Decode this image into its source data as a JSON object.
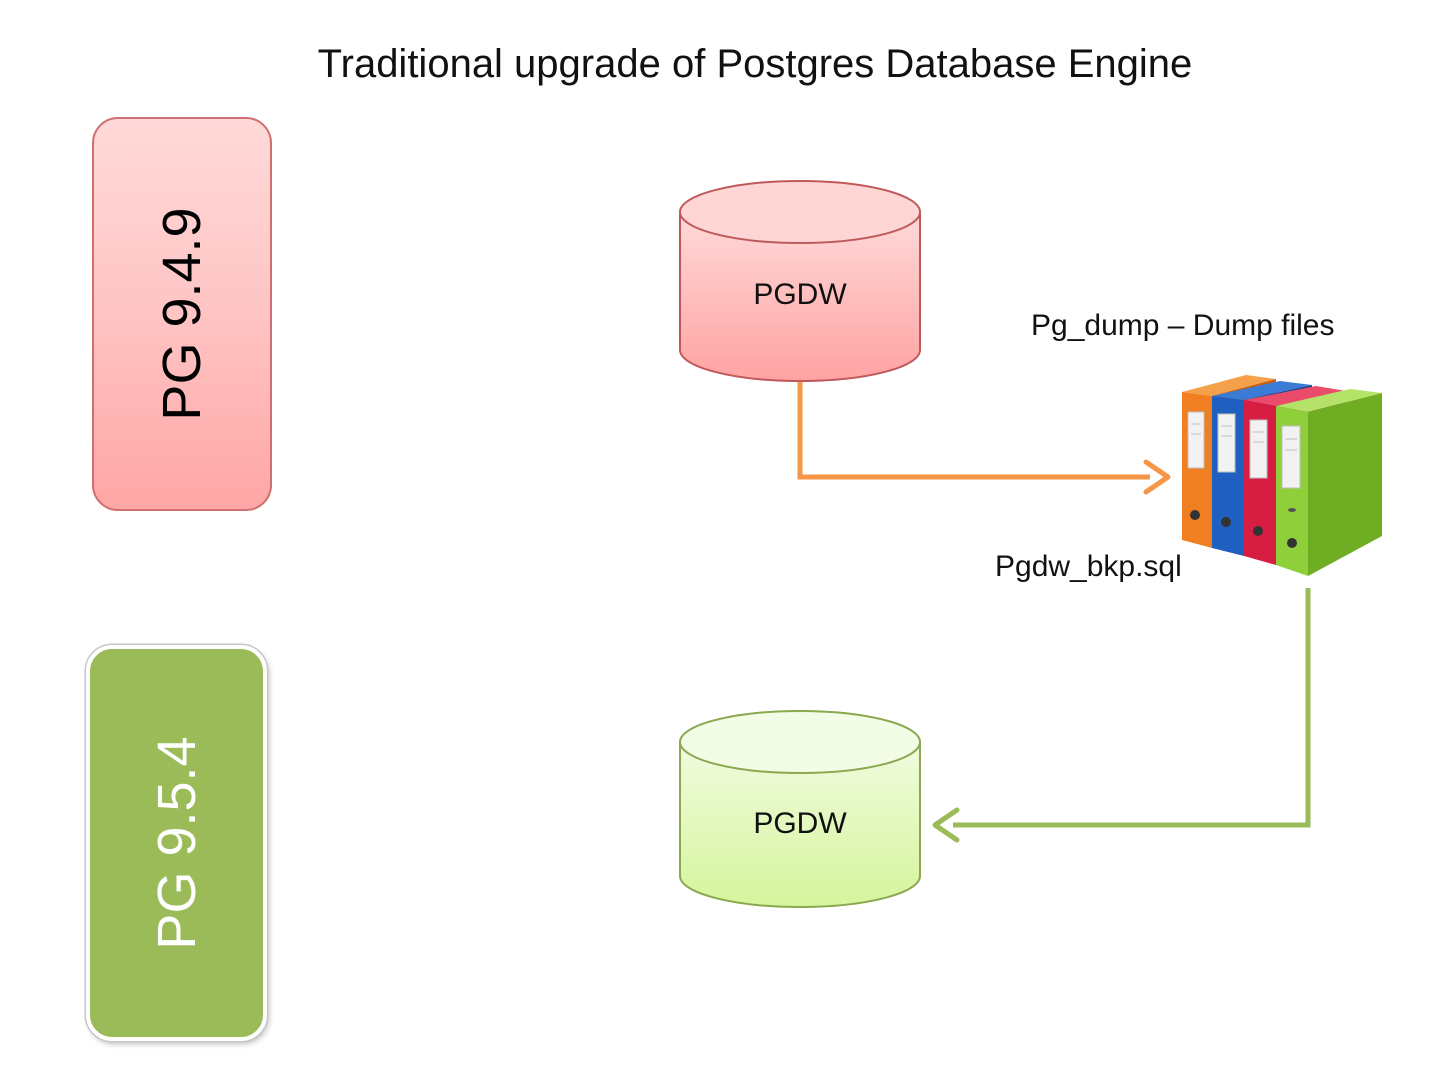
{
  "title": "Traditional upgrade of Postgres Database Engine",
  "source_version": {
    "label": "PG 9.4.9"
  },
  "target_version": {
    "label": "PG 9.5.4"
  },
  "source_db": {
    "label": "PGDW"
  },
  "target_db": {
    "label": "PGDW"
  },
  "dump": {
    "caption": "Pg_dump – Dump files",
    "file_name": "Pgdw_bkp.sql",
    "icon": "binders-icon"
  },
  "colors": {
    "source_accent": "#ffa6a6",
    "target_accent": "#9bbb59",
    "dump_arrow": "#f79646",
    "restore_arrow": "#9bbb59"
  }
}
